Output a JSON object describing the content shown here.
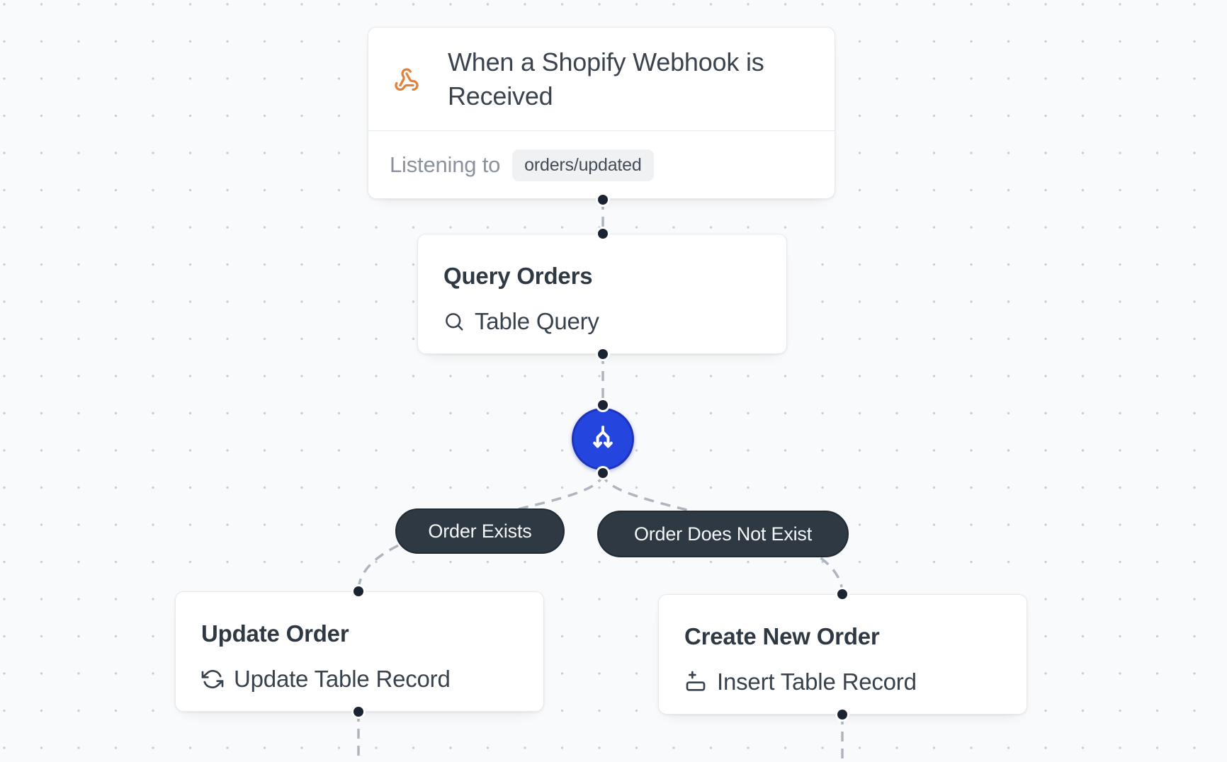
{
  "canvas": {
    "background_color": "#f9fafb",
    "grid_dot_color": "#c7ccd5",
    "connector_color": "#aeb5c0",
    "handle_dot_color": "#1b2432"
  },
  "workflow": {
    "trigger": {
      "title": "When a Shopify Webhook is Received",
      "listening_label": "Listening to",
      "webhook_topic": "orders/updated",
      "icon": "webhook-icon",
      "icon_color": "#e0813c"
    },
    "query": {
      "title": "Query Orders",
      "subtitle": "Table Query",
      "icon": "search-icon"
    },
    "branch": {
      "icon": "branch-split-icon",
      "accent_color": "#2545df",
      "labels": [
        {
          "text": "Order Exists"
        },
        {
          "text": "Order Does Not Exist"
        }
      ],
      "label_bg_color": "#2e3943"
    },
    "update": {
      "title": "Update Order",
      "subtitle": "Update Table Record",
      "icon": "refresh-icon"
    },
    "create": {
      "title": "Create New Order",
      "subtitle": "Insert Table Record",
      "icon": "insert-record-icon"
    }
  }
}
